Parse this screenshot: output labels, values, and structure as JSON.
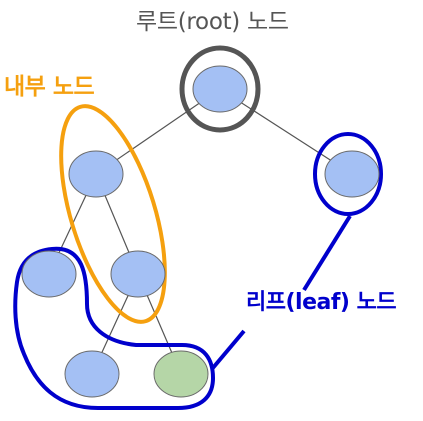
{
  "labels": {
    "root": "루트(root) 노드",
    "internal": "내부 노드",
    "leaf": "리프(leaf) 노드"
  },
  "colors": {
    "node_fill": "#a4c0f4",
    "node_stroke": "#6a6a6a",
    "highlight_leaf_fill": "#b5d6a7",
    "edge": "#555555",
    "root_outline": "#555555",
    "internal_outline": "#f5a00f",
    "leaf_outline": "#0000cc"
  },
  "tree": {
    "nodes": [
      {
        "id": "root",
        "role": "root"
      },
      {
        "id": "left-child",
        "role": "internal"
      },
      {
        "id": "right-leaf",
        "role": "leaf"
      },
      {
        "id": "left-left-leaf",
        "role": "leaf"
      },
      {
        "id": "middle-internal",
        "role": "internal"
      },
      {
        "id": "bottom-left-leaf",
        "role": "leaf"
      },
      {
        "id": "bottom-right-leaf",
        "role": "leaf"
      }
    ],
    "edges": [
      [
        "root",
        "left-child"
      ],
      [
        "root",
        "right-leaf"
      ],
      [
        "left-child",
        "left-left-leaf"
      ],
      [
        "left-child",
        "middle-internal"
      ],
      [
        "middle-internal",
        "bottom-left-leaf"
      ],
      [
        "middle-internal",
        "bottom-right-leaf"
      ]
    ]
  }
}
